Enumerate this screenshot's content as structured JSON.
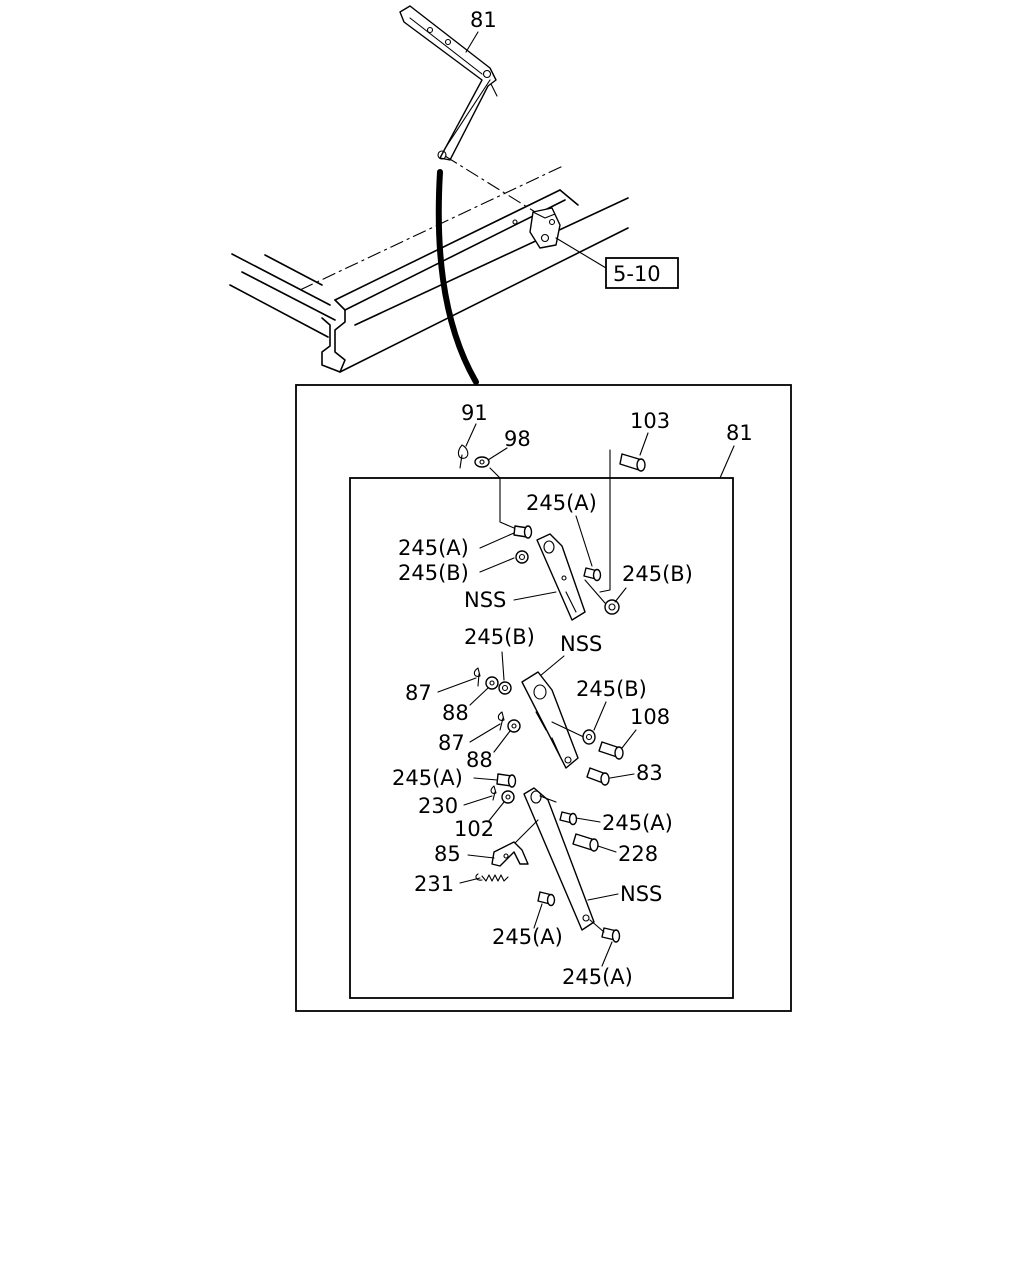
{
  "labels": {
    "top_81": "81",
    "ref_5_10": "5-10",
    "p91": "91",
    "p98": "98",
    "p103": "103",
    "p81": "81",
    "p245a_1": "245(A)",
    "p245a_2": "245(A)",
    "p245b_1": "245(B)",
    "p245b_2": "245(B)",
    "nss_1": "NSS",
    "p245b_3": "245(B)",
    "nss_2": "NSS",
    "p87_1": "87",
    "p88_1": "88",
    "p245b_4": "245(B)",
    "p108": "108",
    "p87_2": "87",
    "p88_2": "88",
    "p83": "83",
    "p245a_3": "245(A)",
    "p230": "230",
    "p102": "102",
    "p245a_4": "245(A)",
    "p228": "228",
    "p85": "85",
    "p231": "231",
    "nss_3": "NSS",
    "p245a_5": "245(A)",
    "p245a_6": "245(A)"
  }
}
